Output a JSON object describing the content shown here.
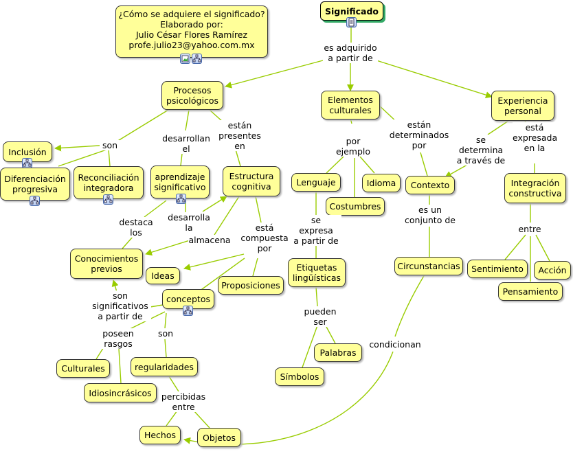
{
  "colors": {
    "node_fill": "#ffff99",
    "line": "#99cc00",
    "border": "#333333"
  },
  "info": {
    "line1": "¿Cómo se adquiere el significado?",
    "line2": "Elaborado por:",
    "line3": "Julio César Flores Ramírez",
    "line4": "profe.julio23@yahoo.com.mx"
  },
  "nodes": {
    "significado": "Significado",
    "procesos": "Procesos\npsicológicos",
    "elementos": "Elementos\nculturales",
    "experiencia": "Experiencia\npersonal",
    "inclusion": "Inclusión",
    "diferenciacion": "Diferenciación\nprogresiva",
    "reconciliacion": "Reconciliación\nintegradora",
    "aprendizaje": "aprendizaje\nsignificativo",
    "estructura": "Estructura\ncognitiva",
    "lenguaje": "Lenguaje",
    "idioma": "Idioma",
    "costumbres": "Costumbres",
    "contexto": "Contexto",
    "integracion": "Integración\nconstructiva",
    "conocimientos": "Conocimientos\nprevios",
    "ideas": "Ideas",
    "proposiciones": "Proposiciones",
    "conceptos": "conceptos",
    "etiquetas": "Etiquetas\nlingüísticas",
    "circunstancias": "Circunstancias",
    "sentimiento": "Sentimiento",
    "accion": "Acción",
    "pensamiento": "Pensamiento",
    "culturales": "Culturales",
    "regularidades": "regularidades",
    "idiosincrasicos": "Idiosincrásicos",
    "palabras": "Palabras",
    "simbolos": "Símbolos",
    "hechos": "Hechos",
    "objetos": "Objetos"
  },
  "links": {
    "adquirido": "es adquirido\na partir de",
    "son1": "son",
    "desarrollan": "desarrollan\nel",
    "presentes": "están\npresentes\nen",
    "por_ejemplo": "por\nejemplo",
    "determinados": "están\ndeterminados\npor",
    "determina": "se\ndetermina\na través de",
    "expresada": "está\nexpresada\nen la",
    "destaca": "destaca\nlos",
    "desarrolla": "desarrolla\nla",
    "almacena": "almacena",
    "compuesta": "está\ncompuesta\npor",
    "expresa": "se\nexpresa\na partir de",
    "conjunto": "es un\nconjunto de",
    "entre1": "entre",
    "significativos": "son\nsignificativos\na partir de",
    "poseen": "poseen\nrasgos",
    "son2": "son",
    "pueden": "pueden\nser",
    "condicionan": "condicionan",
    "percibidas": "percibidas\nentre"
  }
}
